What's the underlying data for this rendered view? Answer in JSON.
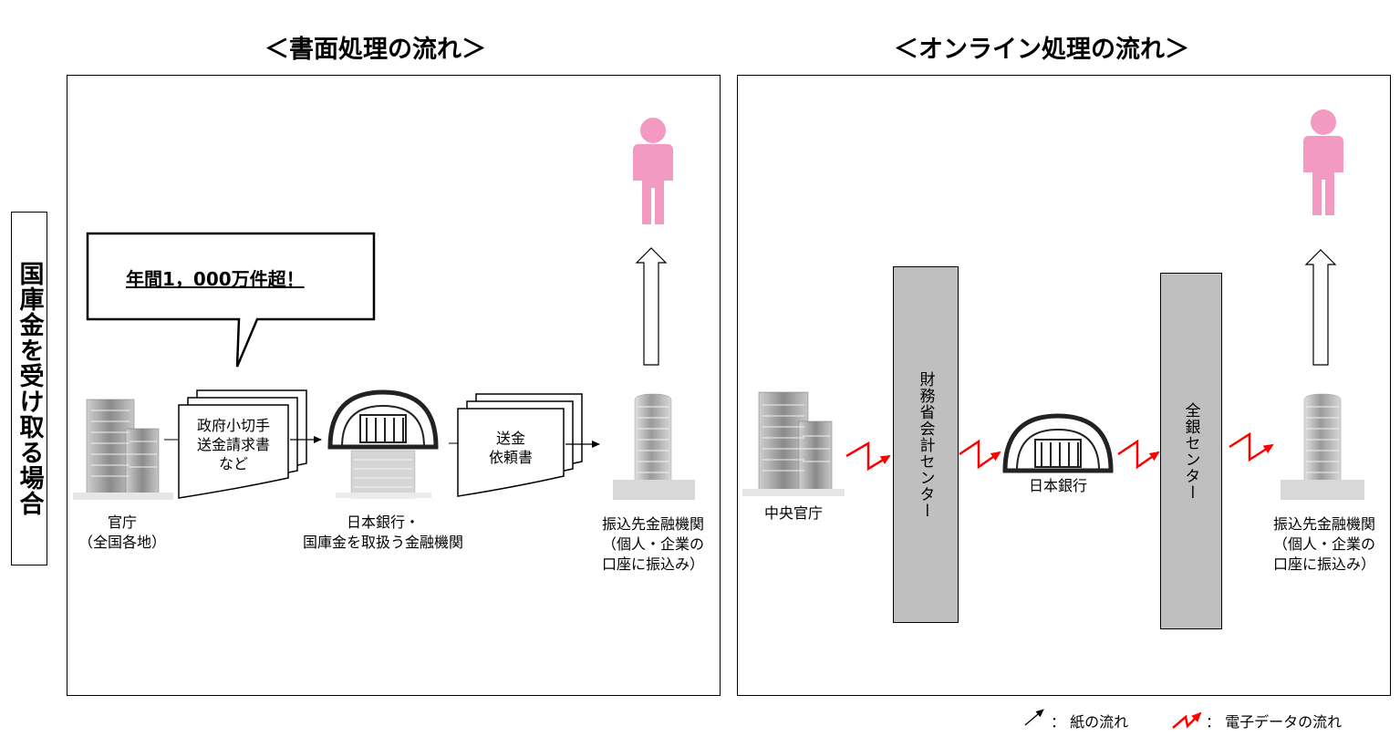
{
  "left_panel": {
    "title": "＜書面処理の流れ＞",
    "callout": "年間1，000万件超！",
    "docs1_lines": [
      "政府小切手",
      "送金請求書",
      "など"
    ],
    "docs2_lines": [
      "送金",
      "依頼書"
    ],
    "office_label_lines": [
      "官庁",
      "（全国各地）"
    ],
    "boj_label_lines": [
      "日本銀行・",
      "国庫金を取扱う金融機関"
    ],
    "recipient_label_lines": [
      "振込先金融機関",
      "（個人・企業の",
      "口座に振込み）"
    ]
  },
  "right_panel": {
    "title": "＜オンライン処理の流れ＞",
    "office_label": "中央官庁",
    "mof_center": "財務省会計センター",
    "boj_label": "日本銀行",
    "zengin_center": "全銀センター",
    "recipient_label_lines": [
      "振込先金融機関",
      "（個人・企業の",
      "口座に振込み）"
    ]
  },
  "side_label": "国庫金を受け取る場合",
  "legend": {
    "paper": "：  紙の流れ",
    "electronic": "：  電子データの流れ"
  },
  "colors": {
    "electronic_arrow": "#ff0000",
    "person": "#f29ac2",
    "center_box": "#bfbfbf"
  }
}
